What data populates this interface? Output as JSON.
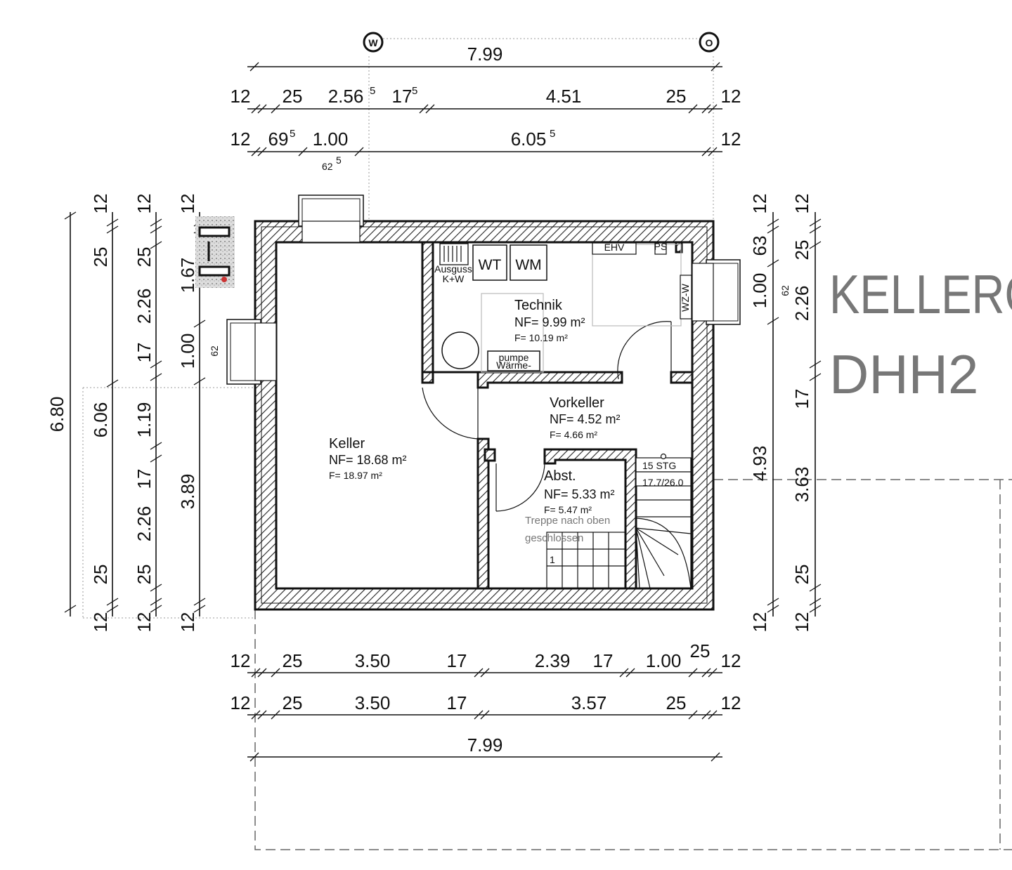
{
  "title": {
    "line1": "KELLERG",
    "line2": "DHH2"
  },
  "axis_markers": [
    "W",
    "O"
  ],
  "top_dims": {
    "overall": "7.99",
    "row1": [
      "12",
      "25",
      "2.56",
      "17",
      "4.51",
      "25",
      "12"
    ],
    "row1_sup": {
      "2": "5",
      "3": "5"
    },
    "row2": [
      "12",
      "69",
      "1.00",
      "6.05",
      "12"
    ],
    "row2_sup": {
      "1": "5",
      "3": "5"
    },
    "row2_sub": "62",
    "row2_sub_sup": "5"
  },
  "bottom_dims": {
    "row1": [
      "12",
      "25",
      "3.50",
      "17",
      "2.39",
      "17",
      "1.00",
      "25",
      "12"
    ],
    "row2": [
      "12",
      "25",
      "3.50",
      "17",
      "3.57",
      "25",
      "12"
    ],
    "overall": "7.99"
  },
  "left_dims": {
    "overall": "6.80",
    "col1": [
      "12",
      "25",
      "6.06",
      "25",
      "12"
    ],
    "col2": [
      "12",
      "25",
      "2.26",
      "17",
      "1.19",
      "17",
      "2.26",
      "25",
      "12"
    ],
    "col3": [
      "12",
      "1.67",
      "1.00",
      "62",
      "3.89",
      "12"
    ]
  },
  "right_dims": {
    "col1": [
      "12",
      "63",
      "1.00",
      "62",
      "4.93",
      "12"
    ],
    "col2": [
      "12",
      "25",
      "2.26",
      "17",
      "3.63",
      "25",
      "12"
    ]
  },
  "rooms": [
    {
      "name": "Technik",
      "nf": "NF= 9.99 m²",
      "f": "F= 10.19 m²"
    },
    {
      "name": "Vorkeller",
      "nf": "NF= 4.52 m²",
      "f": "F= 4.66 m²"
    },
    {
      "name": "Keller",
      "nf": "NF= 18.68 m²",
      "f": "F= 18.97 m²"
    },
    {
      "name": "Abst.",
      "nf": "NF= 5.33 m²",
      "f": "F= 5.47 m²"
    }
  ],
  "fixtures": {
    "wt": "WT",
    "wm": "WM",
    "ausguss1": "Ausguss",
    "ausguss2": "K+W",
    "ehv": "EHV",
    "ps": "PS",
    "wzw": "WZ-W",
    "pumpe1": "pumpe",
    "pumpe2": "Wärme-"
  },
  "stairs": {
    "steps": "15 STG",
    "ratio": "17.7/26.0",
    "note1": "Treppe nach oben",
    "note2": "geschlossen",
    "start": "1"
  }
}
